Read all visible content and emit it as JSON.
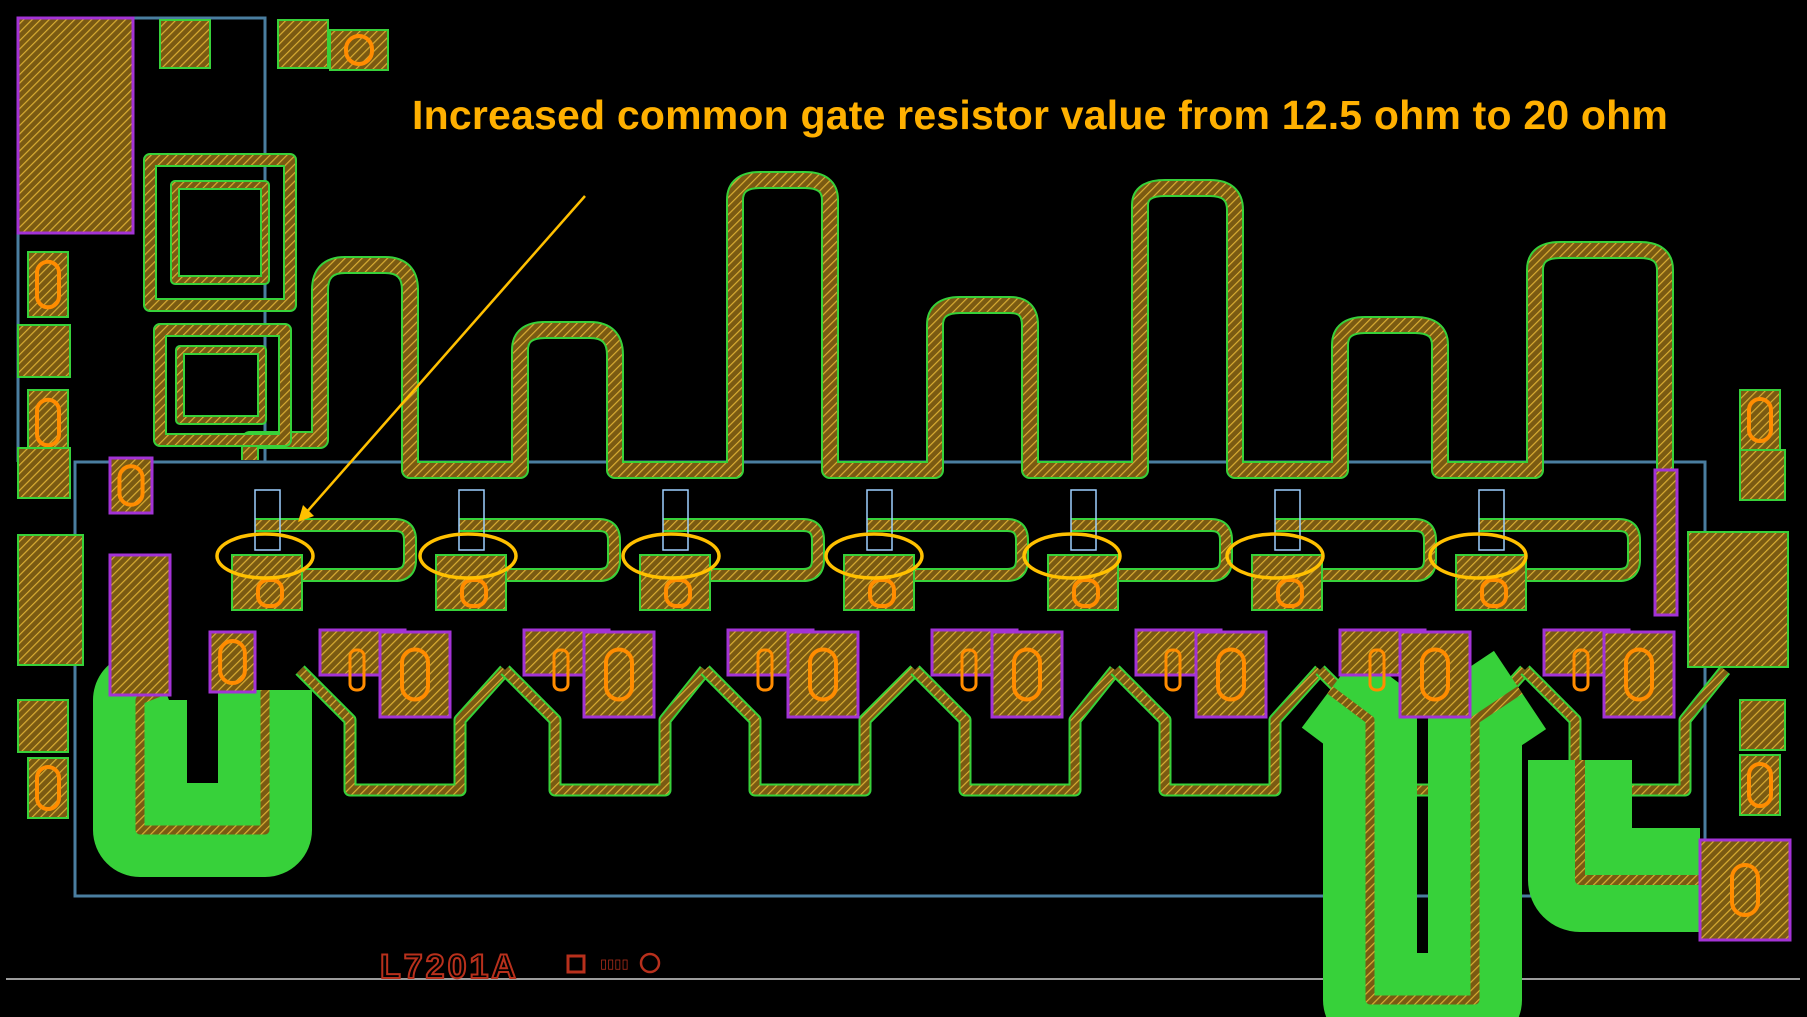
{
  "annotation": {
    "text": "Increased common gate resistor value from 12.5 ohm to 20 ohm",
    "color": "#ffb000"
  },
  "chip": {
    "label": "L7201A",
    "label_color": "#b8301c",
    "marker_text": "▯▯▯▯",
    "pad_text": "0"
  },
  "colors": {
    "background": "#000000",
    "metal_fill": "#8a6a1a",
    "metal_hatch": "#d4a82a",
    "metal_edge": "#37d13a",
    "via_ring": "#ff8c00",
    "pad_outline": "#a333d6",
    "boundary": "#4a7ea0",
    "callout": "#ffc000"
  },
  "icons": [
    "bond-pad-icon",
    "circle-marker-icon"
  ]
}
